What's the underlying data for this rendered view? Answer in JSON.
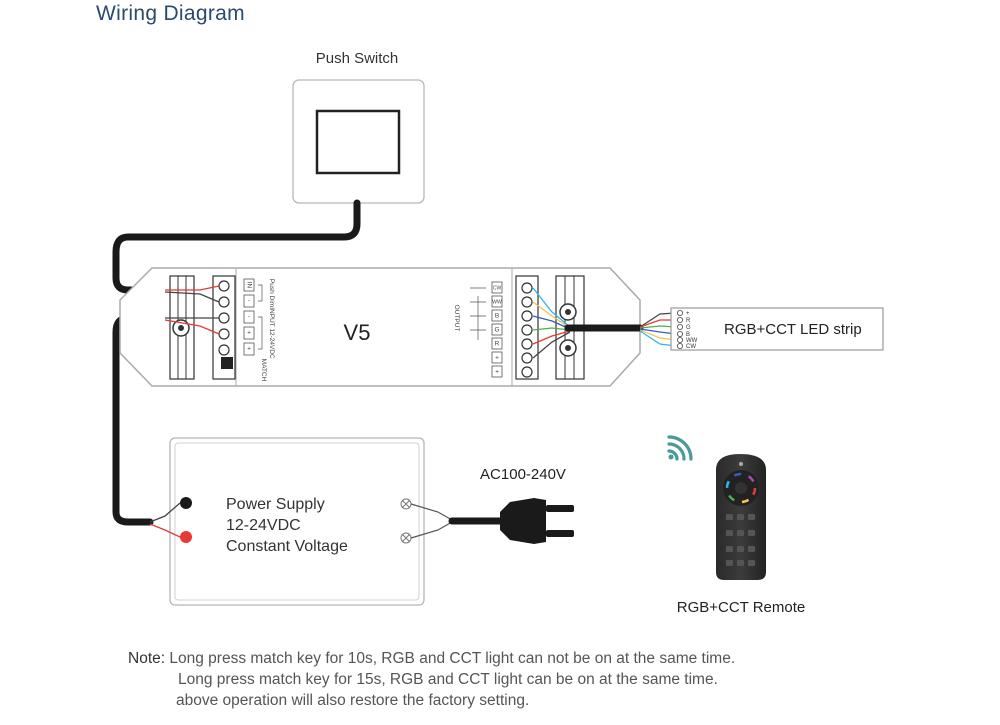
{
  "title": "Wiring Diagram",
  "push_switch": {
    "label": "Push Switch"
  },
  "controller": {
    "model": "V5",
    "input_terminals": [
      "IN",
      "-",
      "-",
      "+",
      "+"
    ],
    "input_labels": [
      "Push Dim",
      "INPUT 12-24VDC"
    ],
    "match_label": "MATCH",
    "output_terminals": [
      "CW",
      "WW",
      "B",
      "G",
      "R",
      "+",
      "+"
    ],
    "output_label": "OUTPUT"
  },
  "led_strip": {
    "label": "RGB+CCT LED strip",
    "pins": [
      "+",
      "R",
      "G",
      "B",
      "WW",
      "CW"
    ]
  },
  "power_supply": {
    "line1": "Power Supply",
    "line2": "12-24VDC",
    "line3": "Constant Voltage"
  },
  "ac_label": "AC100-240V",
  "remote_label": "RGB+CCT Remote",
  "note": {
    "prefix": "Note:",
    "line1": "Long press match key for 10s, RGB and CCT light can not be on at the same time.",
    "line2": "Long press match key for 15s, RGB and CCT light can be on at the same time.",
    "line3": "above operation will also restore the factory setting."
  },
  "colors": {
    "title": "#2a4a6e",
    "wire": "#1a1a1a",
    "red": "#e53935",
    "wifi": "#4a9a9a"
  }
}
